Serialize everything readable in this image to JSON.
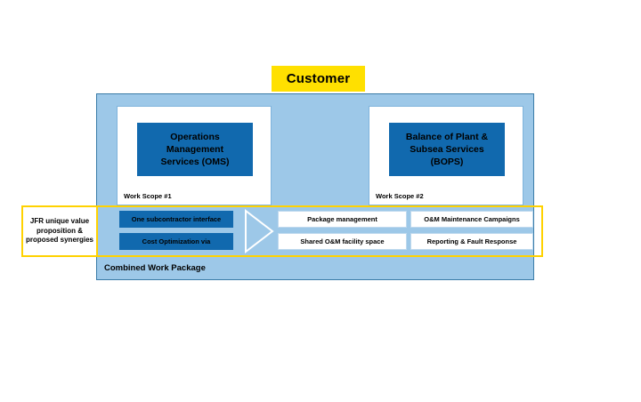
{
  "customer": {
    "label": "Customer"
  },
  "container": {
    "caption": "Combined Work Package"
  },
  "work_scopes": [
    {
      "caption": "Work Scope #1",
      "service_title": "Operations\nManagement\nServices (OMS)"
    },
    {
      "caption": "Work Scope #2",
      "service_title": "Balance of Plant &\nSubsea Services\n(BOPS)"
    }
  ],
  "synergy": {
    "callout": "JFR unique value\nproposition &\nproposed synergies",
    "inputs": [
      {
        "label": "One subcontractor interface"
      },
      {
        "label": "Cost Optimization via"
      }
    ],
    "outputs": [
      {
        "label": "Package management"
      },
      {
        "label": "Shared O&M facility space"
      },
      {
        "label": "O&M Maintenance Campaigns"
      },
      {
        "label": "Reporting & Fault Response"
      }
    ]
  },
  "colors": {
    "customer_yellow": "#FFE000",
    "highlight_yellow": "#FFD200",
    "container_light_blue": "#9DC8E8",
    "container_border_blue": "#3A7CA8",
    "box_dark_blue": "#1169AE",
    "white": "#FFFFFF"
  }
}
